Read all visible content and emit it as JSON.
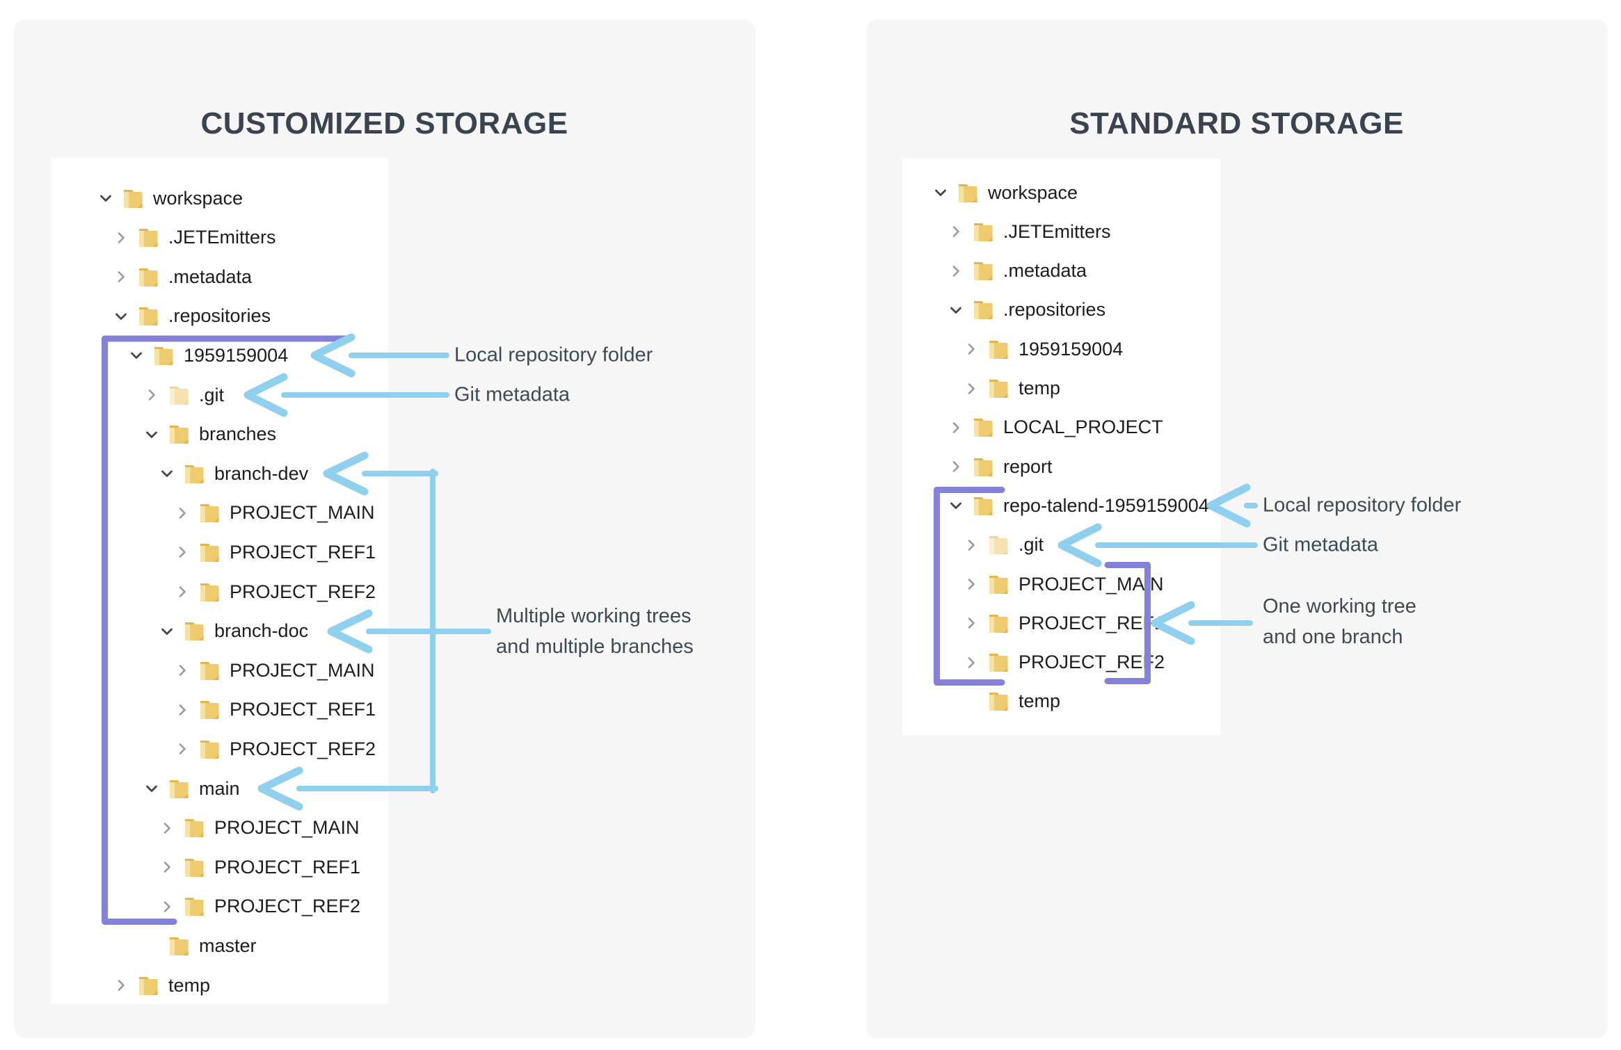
{
  "colors": {
    "arrow": "#8fd0ee",
    "bracket": "#8481d9",
    "card_bg": "#f6f6f7",
    "title_text": "#3a4450",
    "tree_text": "#1d1d1f",
    "annotation_text": "#3f4a55",
    "folder_body": "#efcb70",
    "folder_light": "#f7e3a4",
    "folder_dark": "#e3b44f",
    "chevron_expanded": "#464646",
    "chevron_collapsed": "#9a9a9a"
  },
  "left_panel": {
    "title": "CUSTOMIZED STORAGE",
    "tree": [
      {
        "label": "workspace",
        "level": 0,
        "state": "expanded"
      },
      {
        "label": ".JETEmitters",
        "level": 1,
        "state": "collapsed"
      },
      {
        "label": ".metadata",
        "level": 1,
        "state": "collapsed"
      },
      {
        "label": ".repositories",
        "level": 1,
        "state": "expanded"
      },
      {
        "label": "1959159004",
        "level": 2,
        "state": "expanded"
      },
      {
        "label": ".git",
        "level": 3,
        "state": "collapsed",
        "dim": true
      },
      {
        "label": "branches",
        "level": 3,
        "state": "expanded"
      },
      {
        "label": "branch-dev",
        "level": 4,
        "state": "expanded"
      },
      {
        "label": "PROJECT_MAIN",
        "level": 5,
        "state": "collapsed"
      },
      {
        "label": "PROJECT_REF1",
        "level": 5,
        "state": "collapsed"
      },
      {
        "label": "PROJECT_REF2",
        "level": 5,
        "state": "collapsed"
      },
      {
        "label": "branch-doc",
        "level": 4,
        "state": "expanded"
      },
      {
        "label": "PROJECT_MAIN",
        "level": 5,
        "state": "collapsed"
      },
      {
        "label": "PROJECT_REF1",
        "level": 5,
        "state": "collapsed"
      },
      {
        "label": "PROJECT_REF2",
        "level": 5,
        "state": "collapsed"
      },
      {
        "label": "main",
        "level": 3,
        "state": "expanded"
      },
      {
        "label": "PROJECT_MAIN",
        "level": 4,
        "state": "collapsed"
      },
      {
        "label": "PROJECT_REF1",
        "level": 4,
        "state": "collapsed"
      },
      {
        "label": "PROJECT_REF2",
        "level": 4,
        "state": "collapsed"
      },
      {
        "label": "master",
        "level": 3,
        "state": "none"
      },
      {
        "label": "temp",
        "level": 1,
        "state": "collapsed"
      }
    ],
    "annotations": {
      "local_repo": "Local repository folder",
      "git_meta": "Git metadata",
      "multi_line1": "Multiple working trees",
      "multi_line2": "and multiple branches"
    }
  },
  "right_panel": {
    "title": "STANDARD STORAGE",
    "tree": [
      {
        "label": "workspace",
        "level": 0,
        "state": "expanded"
      },
      {
        "label": ".JETEmitters",
        "level": 1,
        "state": "collapsed"
      },
      {
        "label": ".metadata",
        "level": 1,
        "state": "collapsed"
      },
      {
        "label": ".repositories",
        "level": 1,
        "state": "expanded"
      },
      {
        "label": "1959159004",
        "level": 2,
        "state": "collapsed"
      },
      {
        "label": "temp",
        "level": 2,
        "state": "collapsed"
      },
      {
        "label": "LOCAL_PROJECT",
        "level": 1,
        "state": "collapsed"
      },
      {
        "label": "report",
        "level": 1,
        "state": "collapsed"
      },
      {
        "label": "repo-talend-1959159004",
        "level": 1,
        "state": "expanded"
      },
      {
        "label": ".git",
        "level": 2,
        "state": "collapsed",
        "dim": true
      },
      {
        "label": "PROJECT_MAIN",
        "level": 2,
        "state": "collapsed"
      },
      {
        "label": "PROJECT_REF1",
        "level": 2,
        "state": "collapsed"
      },
      {
        "label": "PROJECT_REF2",
        "level": 2,
        "state": "collapsed"
      },
      {
        "label": "temp",
        "level": 2,
        "state": "none"
      }
    ],
    "annotations": {
      "local_repo": "Local repository folder",
      "git_meta": "Git metadata",
      "one_line1": "One working tree",
      "one_line2": "and one branch"
    }
  }
}
